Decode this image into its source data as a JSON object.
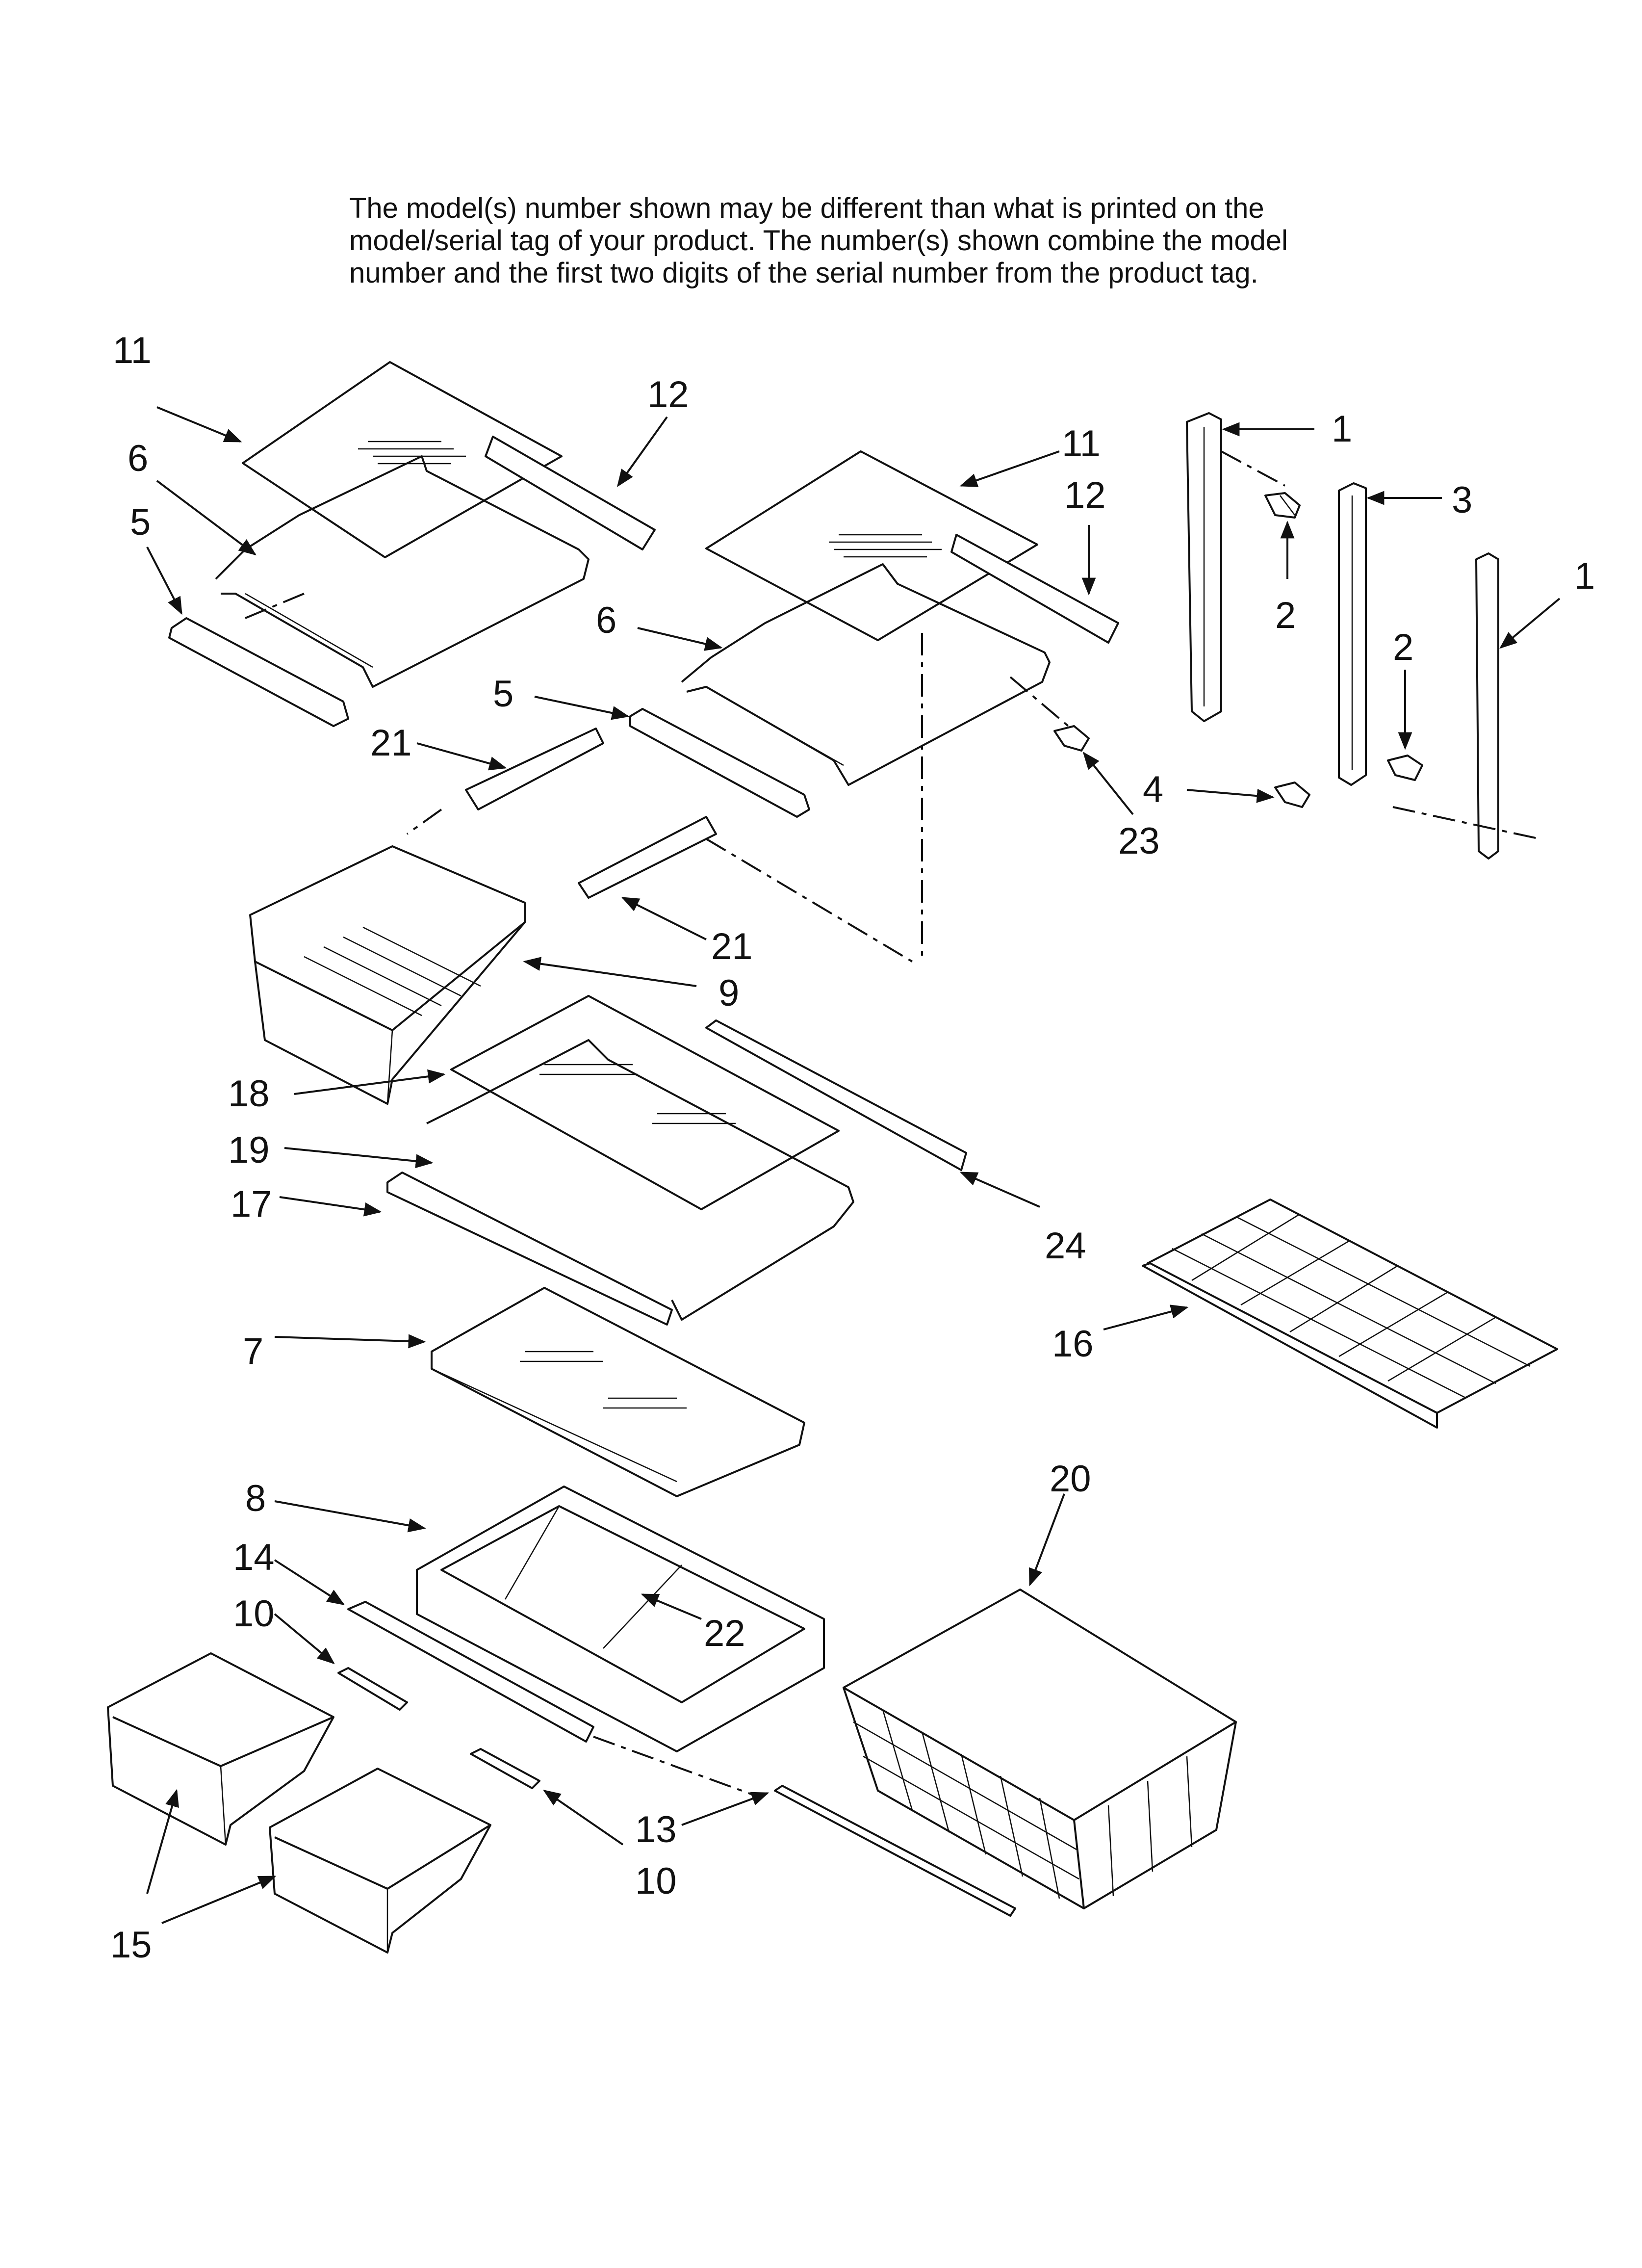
{
  "disclaimer": {
    "lines": [
      "The model(s) number shown may be different than what is printed on the",
      "model/serial tag of your product. The number(s) shown combine the model",
      "number and the first two digits of the serial number from the product tag."
    ]
  },
  "callouts": {
    "c11a": "11",
    "c12a": "12",
    "c6a": "6",
    "c5a": "5",
    "c11b": "11",
    "c12b": "12",
    "c6b": "6",
    "c5b": "5",
    "c1a": "1",
    "c3": "3",
    "c1b": "1",
    "c2a": "2",
    "c2b": "2",
    "c4": "4",
    "c23": "23",
    "c21a": "21",
    "c21b": "21",
    "c9": "9",
    "c18": "18",
    "c19": "19",
    "c17": "17",
    "c24": "24",
    "c7": "7",
    "c16": "16",
    "c8": "8",
    "c14": "14",
    "c10a": "10",
    "c22": "22",
    "c20": "20",
    "c13": "13",
    "c10b": "10",
    "c15": "15"
  }
}
